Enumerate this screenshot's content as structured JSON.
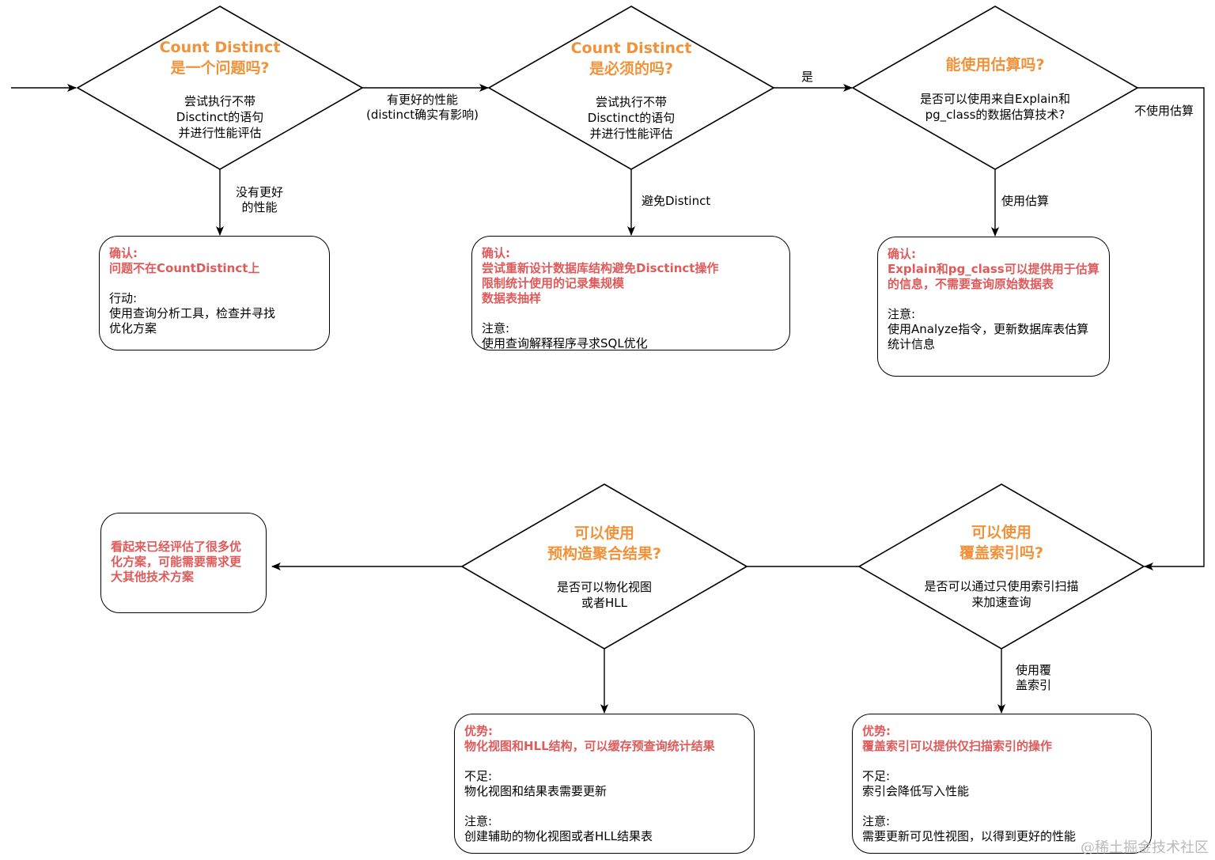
{
  "decisions": {
    "d1": {
      "title_line1": "Count Distinct",
      "title_line2": "是一个问题吗?",
      "sub_line1": "尝试执行不带",
      "sub_line2": "Disctinct的语句",
      "sub_line3": "并进行性能评估"
    },
    "d2": {
      "title_line1": "Count Distinct",
      "title_line2": "是必须的吗?",
      "sub_line1": "尝试执行不带",
      "sub_line2": "Disctinct的语句",
      "sub_line3": "并进行性能评估"
    },
    "d3": {
      "title_line1": "能使用估算吗?",
      "sub_line1": "是否可以使用来自Explain和",
      "sub_line2": "pg_class的数据估算技术?"
    },
    "d4": {
      "title_line1": "可以使用",
      "title_line2": "覆盖索引吗?",
      "sub_line1": "是否可以通过只使用索引扫描",
      "sub_line2": "来加速查询"
    },
    "d5": {
      "title_line1": "可以使用",
      "title_line2": "预构造聚合结果?",
      "sub_line1": "是否可以物化视图",
      "sub_line2": "或者HLL"
    }
  },
  "edge_labels": {
    "no_better_line1": "没有更好",
    "no_better_line2": "的性能",
    "has_better_line1": "有更好的性能",
    "has_better_line2": "(distinct确实有影响)",
    "avoid_distinct": "避免Distinct",
    "yes": "是",
    "no_estimate": "不使用估算",
    "use_estimate": "使用估算",
    "use_cover_line1": "使用覆",
    "use_cover_line2": "盖索引"
  },
  "boxes": {
    "b1": {
      "h1": "确认:",
      "h2": "问题不在CountDistinct上",
      "p1": "行动:",
      "p2": "使用查询分析工具，检查并寻找",
      "p3": "优化方案"
    },
    "b2": {
      "h1": "确认:",
      "h2": "尝试重新设计数据库结构避免Disctinct操作",
      "h3": "限制统计使用的记录集规模",
      "h4": "数据表抽样",
      "p1": "注意:",
      "p2": "使用查询解释程序寻求SQL优化"
    },
    "b3": {
      "h1": "确认:",
      "h2": "Explain和pg_class可以提供用于估算",
      "h3": "的信息，不需要查询原始数据表",
      "p1": "注意:",
      "p2": "使用Analyze指令，更新数据库表估算",
      "p3": "统计信息"
    },
    "b4": {
      "h1": "优势:",
      "h2": "覆盖索引可以提供仅扫描索引的操作",
      "p1": "不足:",
      "p2": "索引会降低写入性能",
      "p3": "注意:",
      "p4": "需要更新可见性视图，以得到更好的性能"
    },
    "b5": {
      "h1": "优势:",
      "h2": "物化视图和HLL结构，可以缓存预查询统计结果",
      "p1": "不足:",
      "p2": "物化视图和结果表需要更新",
      "p3": "注意:",
      "p4": "创建辅助的物化视图或者HLL结果表"
    },
    "b6": {
      "h1": "看起来已经评估了很多优",
      "h2": "化方案，可能需要需求更",
      "h3": "大其他技术方案"
    }
  },
  "watermark": "@稀土掘金技术社区",
  "colors": {
    "title_orange": "#F0923A",
    "highlight_red": "#E05A5A",
    "line": "#000000"
  }
}
